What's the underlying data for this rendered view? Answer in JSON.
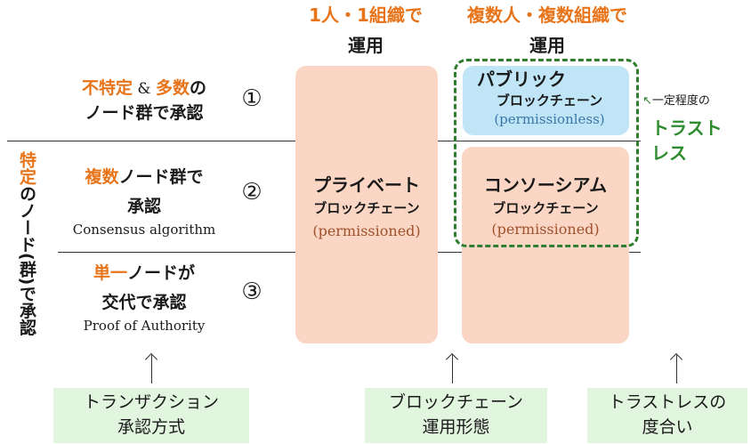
{
  "columns": {
    "single": {
      "line1": "1人・1組織で",
      "line2": "運用"
    },
    "multi": {
      "line1": "複数人・複数組織で",
      "line2": "運用"
    }
  },
  "rows": {
    "r1": {
      "highlight1": "不特定",
      "amp": " & ",
      "highlight2": "多数",
      "rest1": "の",
      "line2": "ノード群で承認",
      "num": "①"
    },
    "r2": {
      "highlight": "複数",
      "rest1": "ノード群で",
      "line2": "承認",
      "sub": "Consensus algorithm",
      "num": "②"
    },
    "r3": {
      "highlight": "単一",
      "rest1": "ノードが",
      "line2": "交代で承認",
      "sub": "Proof of Authority",
      "num": "③"
    }
  },
  "side_label": {
    "highlight": "特定",
    "rest": "のノード(群)で承認"
  },
  "boxes": {
    "private": {
      "title1": "プライベート",
      "title2": "ブロックチェーン",
      "sub": "(permissioned)"
    },
    "public": {
      "title1": "パブリック",
      "title2": "ブロックチェーン",
      "sub": "(permissionless)"
    },
    "consortium": {
      "title1": "コンソーシアム",
      "title2": "ブロックチェーン",
      "sub": "(permissioned)"
    }
  },
  "trustless_note": {
    "prefix": "一定程度の",
    "line1": "トラスト",
    "line2": "レス"
  },
  "footer": {
    "f1": {
      "line1": "トランザクション",
      "line2": "承認方式"
    },
    "f2": {
      "line1": "ブロックチェーン",
      "line2": "運用形態"
    },
    "f3": {
      "line1": "トラストレスの",
      "line2": "度合い"
    }
  },
  "colors": {
    "accent": "#e8741a",
    "peach": "#fbd6c4",
    "blue": "#bfe5f7",
    "green": "#2f7d2f",
    "footer_bg": "#e2f5df"
  }
}
